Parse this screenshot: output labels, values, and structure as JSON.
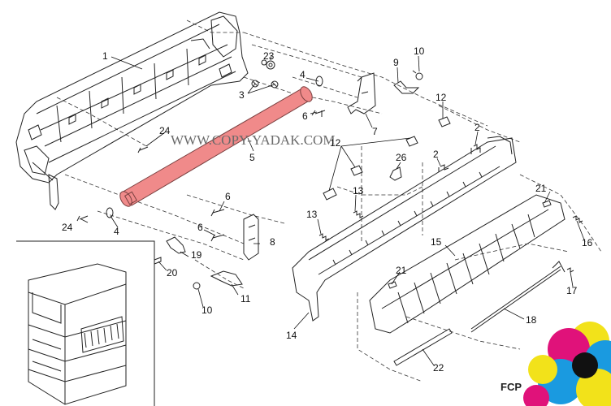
{
  "watermark": "WWW.COPY-YADAK.COM",
  "corner_text": "FCP",
  "highlight_color": "#f08a8a",
  "callouts": [
    {
      "id": "c1",
      "text": "1"
    },
    {
      "id": "c2a",
      "text": "2"
    },
    {
      "id": "c2b",
      "text": "2"
    },
    {
      "id": "c3",
      "text": "3"
    },
    {
      "id": "c4a",
      "text": "4"
    },
    {
      "id": "c4b",
      "text": "4"
    },
    {
      "id": "c5",
      "text": "5"
    },
    {
      "id": "c6a",
      "text": "6"
    },
    {
      "id": "c6b",
      "text": "6"
    },
    {
      "id": "c6c",
      "text": "6"
    },
    {
      "id": "c7",
      "text": "7"
    },
    {
      "id": "c8",
      "text": "8"
    },
    {
      "id": "c9",
      "text": "9"
    },
    {
      "id": "c10a",
      "text": "10"
    },
    {
      "id": "c10b",
      "text": "10"
    },
    {
      "id": "c11",
      "text": "11"
    },
    {
      "id": "c12a",
      "text": "12"
    },
    {
      "id": "c12b",
      "text": "12"
    },
    {
      "id": "c13a",
      "text": "13"
    },
    {
      "id": "c13b",
      "text": "13"
    },
    {
      "id": "c14",
      "text": "14"
    },
    {
      "id": "c15",
      "text": "15"
    },
    {
      "id": "c16",
      "text": "16"
    },
    {
      "id": "c17",
      "text": "17"
    },
    {
      "id": "c18",
      "text": "18"
    },
    {
      "id": "c19",
      "text": "19"
    },
    {
      "id": "c20",
      "text": "20"
    },
    {
      "id": "c21a",
      "text": "21"
    },
    {
      "id": "c21b",
      "text": "21"
    },
    {
      "id": "c22",
      "text": "22"
    },
    {
      "id": "c23",
      "text": "23"
    },
    {
      "id": "c24a",
      "text": "24"
    },
    {
      "id": "c24b",
      "text": "24"
    },
    {
      "id": "c26",
      "text": "26"
    }
  ]
}
